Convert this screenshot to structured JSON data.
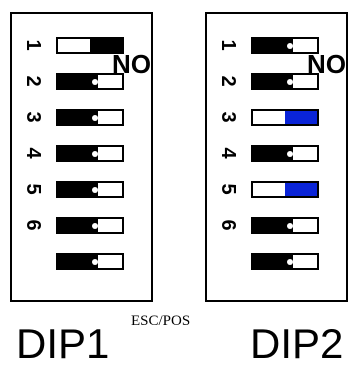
{
  "dip1": {
    "title": "DIP1",
    "on_label": "ON",
    "switches": [
      {
        "number": "1",
        "state": "off"
      },
      {
        "number": "2",
        "state": "on"
      },
      {
        "number": "3",
        "state": "on"
      },
      {
        "number": "4",
        "state": "on"
      },
      {
        "number": "5",
        "state": "on"
      },
      {
        "number": "6",
        "state": "on"
      },
      {
        "number": "",
        "state": "on"
      }
    ]
  },
  "dip2": {
    "title": "DIP2",
    "on_label": "ON",
    "switches": [
      {
        "number": "1",
        "state": "on"
      },
      {
        "number": "2",
        "state": "on"
      },
      {
        "number": "3",
        "state": "off-highlight"
      },
      {
        "number": "4",
        "state": "on"
      },
      {
        "number": "5",
        "state": "off-highlight"
      },
      {
        "number": "6",
        "state": "on"
      },
      {
        "number": "",
        "state": "on"
      }
    ]
  },
  "mode_label": "ESC/POS",
  "colors": {
    "highlight": "#0a24d8",
    "switch_on": "#000000"
  }
}
